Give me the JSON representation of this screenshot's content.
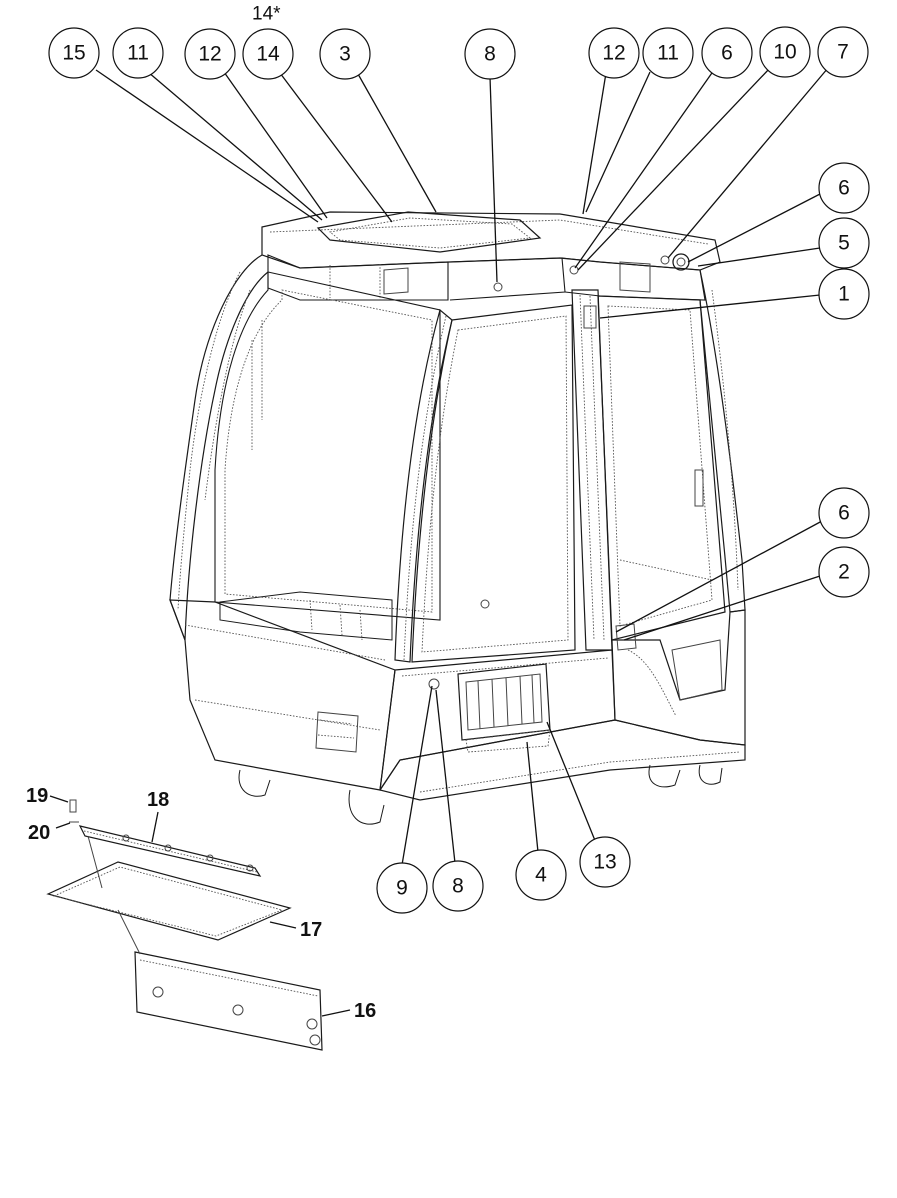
{
  "diagram": {
    "note_label": "14*",
    "callouts": [
      {
        "id": "c15",
        "label": "15"
      },
      {
        "id": "c11a",
        "label": "11"
      },
      {
        "id": "c12a",
        "label": "12"
      },
      {
        "id": "c14",
        "label": "14"
      },
      {
        "id": "c3",
        "label": "3"
      },
      {
        "id": "c8a",
        "label": "8"
      },
      {
        "id": "c12b",
        "label": "12"
      },
      {
        "id": "c11b",
        "label": "11"
      },
      {
        "id": "c6a",
        "label": "6"
      },
      {
        "id": "c10",
        "label": "10"
      },
      {
        "id": "c7",
        "label": "7"
      },
      {
        "id": "c6b",
        "label": "6"
      },
      {
        "id": "c5",
        "label": "5"
      },
      {
        "id": "c1",
        "label": "1"
      },
      {
        "id": "c6c",
        "label": "6"
      },
      {
        "id": "c2",
        "label": "2"
      },
      {
        "id": "c9",
        "label": "9"
      },
      {
        "id": "c8b",
        "label": "8"
      },
      {
        "id": "c4",
        "label": "4"
      },
      {
        "id": "c13",
        "label": "13"
      }
    ],
    "plain_labels": [
      {
        "id": "p19",
        "label": "19"
      },
      {
        "id": "p20",
        "label": "20"
      },
      {
        "id": "p18",
        "label": "18"
      },
      {
        "id": "p17",
        "label": "17"
      },
      {
        "id": "p16",
        "label": "16"
      }
    ]
  }
}
